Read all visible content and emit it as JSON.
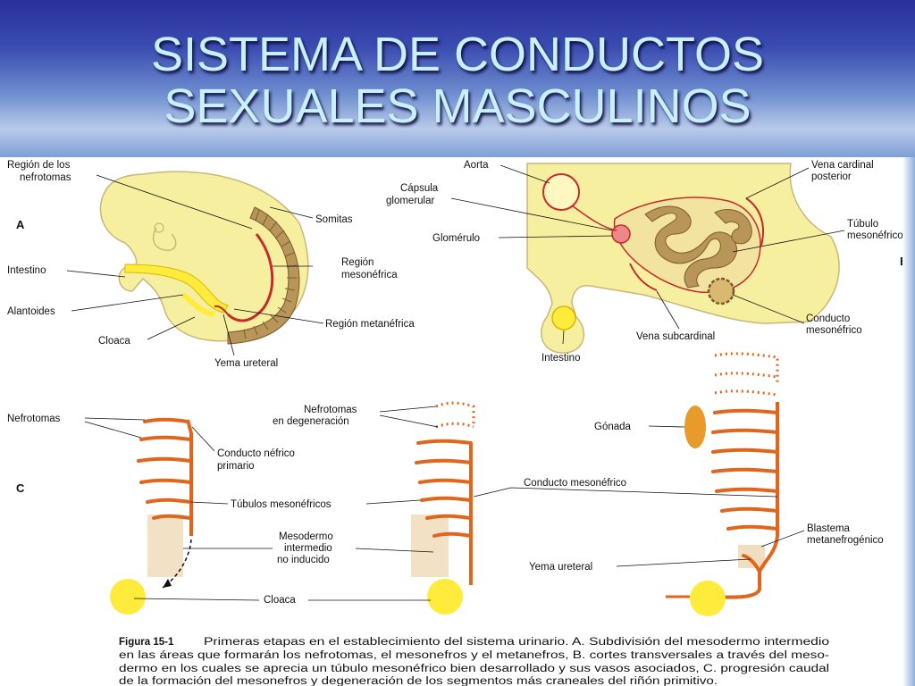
{
  "title": {
    "line1": "SISTEMA DE CONDUCTOS",
    "line2": "SEXUALES MASCULINOS"
  },
  "panels": {
    "a": "A",
    "b": "B",
    "c": "C"
  },
  "labels_a": {
    "region_nefrotomas_1": "Región de los",
    "region_nefrotomas_2": "nefrotomas",
    "somitas": "Somitas",
    "intestino": "Intestino",
    "region_meso_1": "Región",
    "region_meso_2": "mesonéfrica",
    "alantoides": "Alantoides",
    "region_meta": "Región metanéfrica",
    "cloaca": "Cloaca",
    "yema_ureteral": "Yema ureteral"
  },
  "labels_b": {
    "aorta": "Aorta",
    "capsula_1": "Cápsula",
    "capsula_2": "glomerular",
    "glomerulo": "Glomérulo",
    "vena_cardinal_1": "Vena cardinal",
    "vena_cardinal_2": "posterior",
    "tubulo_1": "Túbulo",
    "tubulo_2": "mesonéfrico",
    "intestino": "Intestino",
    "vena_subcardinal": "Vena subcardinal",
    "conducto_1": "Conducto",
    "conducto_2": "mesonéfrico"
  },
  "labels_c": {
    "nefrotomas": "Nefrotomas",
    "conducto_nefrico_1": "Conducto néfrico",
    "conducto_nefrico_2": "primario",
    "degeneracion_1": "Nefrotomas",
    "degeneracion_2": "en degeneración",
    "gonada": "Gónada",
    "conducto_mesonefrico": "Conducto mesonéfrico",
    "tubulos": "Túbulos mesonéfricos",
    "mesodermo_1": "Mesodermo",
    "mesodermo_2": "intermedio",
    "mesodermo_3": "no inducido",
    "blastema_1": "Blastema",
    "blastema_2": "metanefrogénico",
    "yema_ureteral": "Yema ureteral",
    "cloaca": "Cloaca"
  },
  "caption": {
    "figure_label": "Figura 15-1",
    "line1": "Primeras etapas en el establecimiento del sistema urinario. A. Subdivisión del mesodermo intermedio",
    "line2": "en las áreas que formarán los nefrotomas, el mesonefros y el metanefros, B. cortes transversales a través del meso-",
    "line3": "dermo en los cuales se aprecia un túbulo mesonéfrico bien desarrollado y sus vasos asociados, C. progresión caudal",
    "line4": "de la formación del mesonefros y degeneración de los segmentos más craneales del riñón primitivo."
  },
  "colors": {
    "tissue": "#f7efa0",
    "tissue_outline": "#c9b77a",
    "duct": "#e0661e",
    "vessel": "#c62a2a",
    "yellow": "#ffeb3b",
    "somite": "#b8965a",
    "gonad": "#e89a2a",
    "mesoderm_hatch": "#f0d9b8"
  }
}
